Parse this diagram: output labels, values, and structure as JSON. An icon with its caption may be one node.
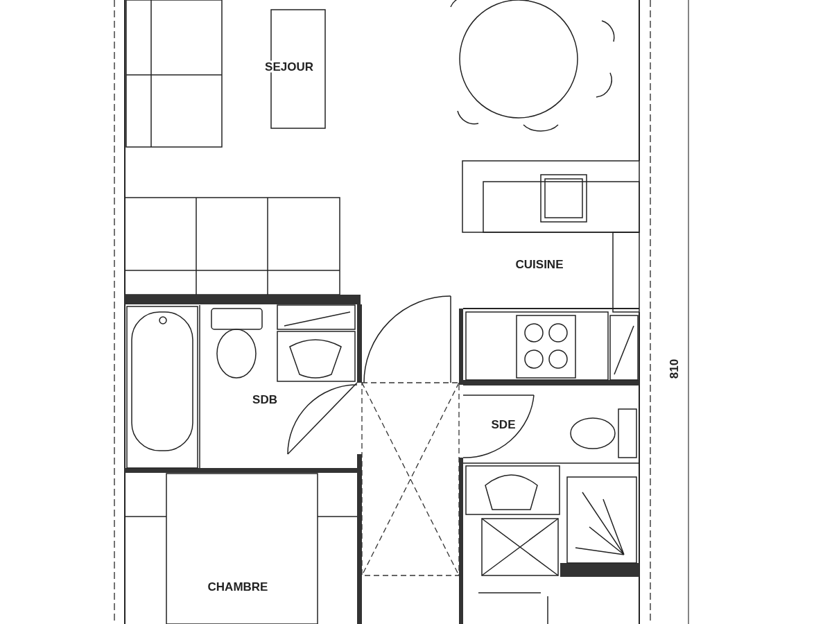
{
  "diagram": {
    "labels": [
      "SEJOUR",
      "CUISINE",
      "SDB",
      "SDE",
      "CHAMBRE",
      "810"
    ]
  }
}
